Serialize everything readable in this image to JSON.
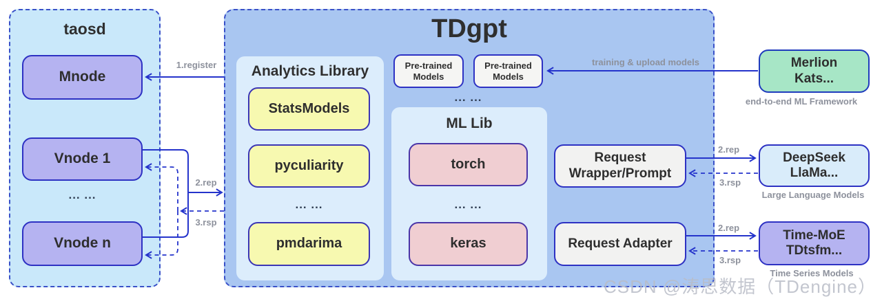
{
  "taosd": {
    "title": "taosd",
    "mnode": "Mnode",
    "vnode1": "Vnode 1",
    "ellipsis": "... ...",
    "vnoden": "Vnode n"
  },
  "tdgpt": {
    "title": "TDgpt",
    "analytics": {
      "title": "Analytics Library",
      "item1": "StatsModels",
      "item2": "pyculiarity",
      "ellipsis": "... ...",
      "item3": "pmdarima"
    },
    "pretrained": {
      "line1": "Pre-trained",
      "line2": "Models",
      "ellipsis": "... ..."
    },
    "mllib": {
      "title": "ML Lib",
      "item1": "torch",
      "ellipsis": "... ...",
      "item2": "keras"
    },
    "request_wrapper": {
      "line1": "Request",
      "line2": "Wrapper/Prompt"
    },
    "request_adapter": {
      "label": "Request Adapter"
    }
  },
  "external": {
    "merlion": {
      "line1": "Merlion",
      "line2": "Kats...",
      "caption": "end-to-end ML Framework"
    },
    "deepseek": {
      "line1": "DeepSeek",
      "line2": "LlaMa...",
      "caption": "Large Language Models"
    },
    "timemoe": {
      "line1": "Time-MoE",
      "line2": "TDtsfm...",
      "caption": "Time Series Models"
    }
  },
  "arrows": {
    "register": "1.register",
    "training": "training & upload models",
    "rep_left": "2.rep",
    "rsp_left": "3.rsp",
    "rep_llm": "2.rep",
    "rsp_llm": "3.rsp",
    "rep_ts": "2.rep",
    "rsp_ts": "3.rsp"
  },
  "watermark": "CSDN @涛思数据（TDengine）",
  "colors": {
    "arrow": "#2433cb",
    "taosd_bg": "#c9e8fa",
    "tdgpt_bg": "#a9c6f1",
    "node_purple": "#b5b3f1",
    "yellow": "#f7f9b0",
    "pink": "#f0ced2",
    "green": "#a7e6c6",
    "lightblue_box": "#d9ecfa",
    "subpanel": "#dcedfc",
    "offwhite": "#f4f4f2"
  }
}
